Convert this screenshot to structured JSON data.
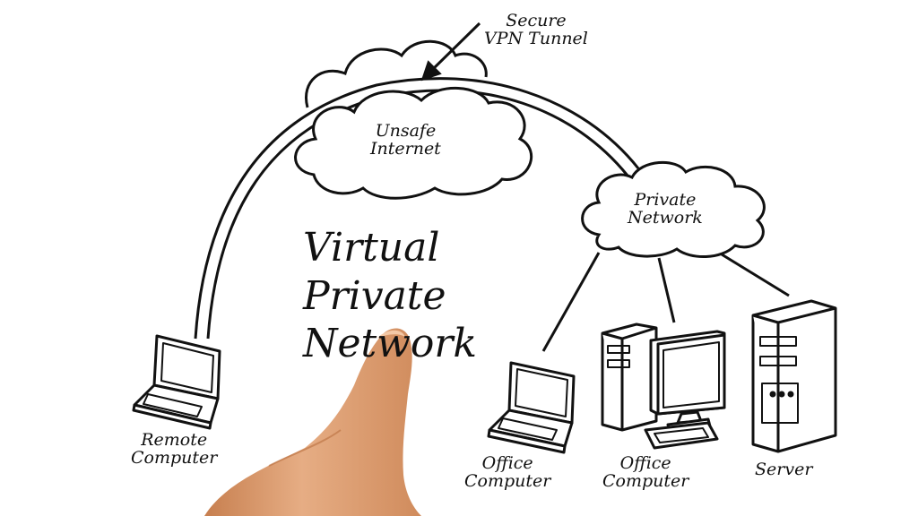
{
  "title_lines": [
    "Virtual",
    "Private",
    "Network"
  ],
  "tunnel_label": [
    "Secure",
    "VPN Tunnel"
  ],
  "internet_cloud": [
    "Unsafe",
    "Internet"
  ],
  "private_cloud": [
    "Private",
    "Network"
  ],
  "devices": {
    "remote": [
      "Remote",
      "Computer"
    ],
    "office1": [
      "Office",
      "Computer"
    ],
    "office2": [
      "Office",
      "Computer"
    ],
    "server": [
      "Server"
    ]
  },
  "colors": {
    "ink": "#111111",
    "skin": "#e0a479",
    "skin_shadow": "#c77f4f",
    "background": "#ffffff"
  }
}
